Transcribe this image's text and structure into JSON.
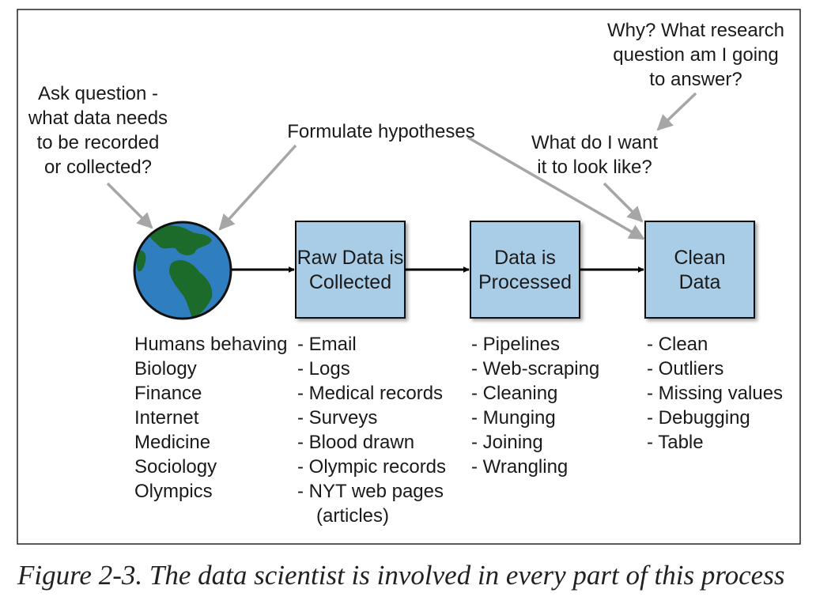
{
  "annotations": {
    "ask_question": [
      "Ask question -",
      "what data needs",
      "to be recorded",
      "or collected?"
    ],
    "formulate": "Formulate hypotheses",
    "why": [
      "Why? What research",
      "question am I going",
      "to answer?"
    ],
    "look_like": [
      "What do I want",
      "it to look like?"
    ]
  },
  "stages": {
    "raw": [
      "Raw Data is",
      "Collected"
    ],
    "processed": [
      "Data is",
      "Processed"
    ],
    "clean": [
      "Clean",
      "Data"
    ]
  },
  "lists": {
    "sources": [
      "Humans behaving",
      "Biology",
      "Finance",
      "Internet",
      "Medicine",
      "Sociology",
      "Olympics"
    ],
    "raw": [
      "- Email",
      "- Logs",
      "- Medical records",
      "- Surveys",
      "- Blood drawn",
      "- Olympic records",
      "- NYT web pages",
      "(articles)"
    ],
    "processed": [
      "- Pipelines",
      "- Web-scraping",
      "- Cleaning",
      "- Munging",
      "- Joining",
      "- Wrangling"
    ],
    "clean": [
      "- Clean",
      "- Outliers",
      "- Missing values",
      "- Debugging",
      "- Table"
    ]
  },
  "caption": "Figure 2-3. The data scientist is involved in every part of this process",
  "icons": {
    "globe": "globe-icon"
  },
  "colors": {
    "box_fill": "#a9cde6",
    "globe_ocean": "#2f7fc0",
    "globe_land": "#1d6b2a",
    "arrow_gray": "#a6a6a6"
  }
}
